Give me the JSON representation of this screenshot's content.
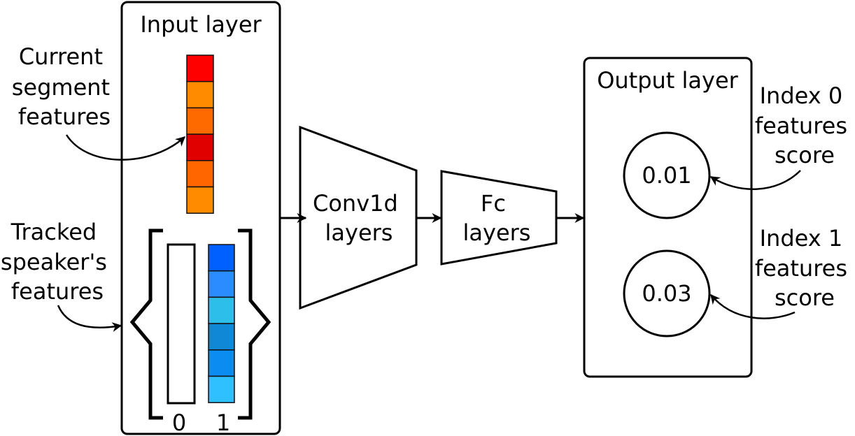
{
  "input_layer": {
    "title": "Input layer",
    "current_segment_label": [
      "Current",
      "segment",
      "features"
    ],
    "tracked_speaker_label": [
      "Tracked",
      "speaker's",
      "features"
    ],
    "current_segment_colors": [
      "#ff0000",
      "#ff8c00",
      "#ff6a00",
      "#e00000",
      "#ff6600",
      "#ff8c00"
    ],
    "tracked_speaker_colors": [
      "#0060ff",
      "#2a8cff",
      "#2dbfea",
      "#1088d6",
      "#0a8cf0",
      "#2ec0ff"
    ],
    "index_labels": [
      "0",
      "1"
    ]
  },
  "conv_block": {
    "label": [
      "Conv1d",
      "layers"
    ]
  },
  "fc_block": {
    "label": [
      "Fc",
      "layers"
    ]
  },
  "output_layer": {
    "title": "Output layer",
    "scores": [
      "0.01",
      "0.03"
    ],
    "score_labels": [
      [
        "Index 0",
        "features",
        "score"
      ],
      [
        "Index 1",
        "features",
        "score"
      ]
    ]
  }
}
